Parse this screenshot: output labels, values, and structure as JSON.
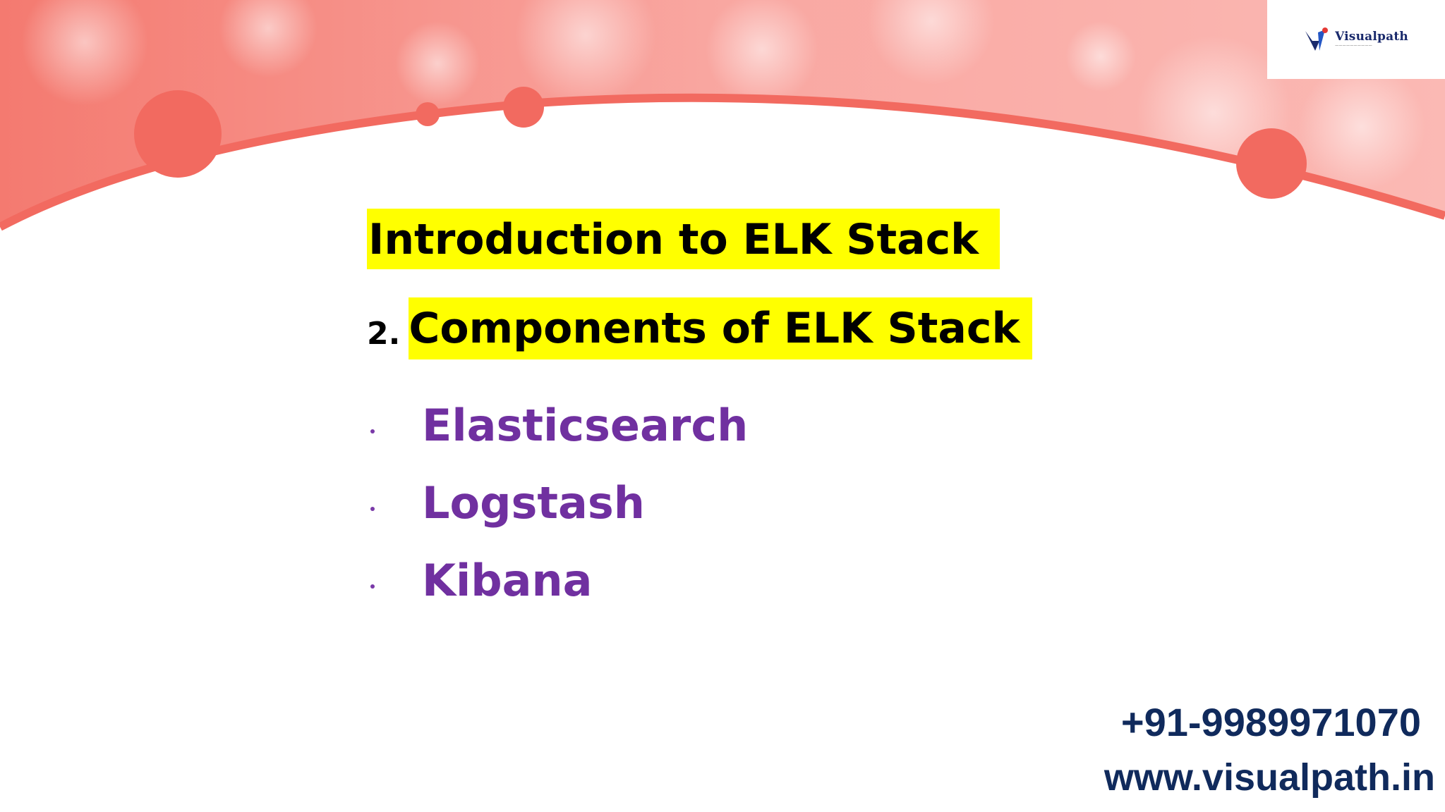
{
  "colors": {
    "banner_coral": "#f4776e",
    "banner_light": "#fbc3bf",
    "highlight": "#ffff00",
    "bullet_text": "#7030a0",
    "contact_navy": "#102a5c",
    "logo_navy": "#1a2a6c"
  },
  "logo": {
    "name": "Visualpath",
    "icon": "visualpath-logo-icon"
  },
  "slide": {
    "title": "Introduction to ELK Stack",
    "section_number": "2.",
    "section_title": "Components of ELK Stack",
    "components": [
      {
        "label": "Elasticsearch"
      },
      {
        "label": "Logstash"
      },
      {
        "label": "Kibana"
      }
    ]
  },
  "contact": {
    "phone": "+91-9989971070",
    "website": "www.visualpath.in"
  }
}
